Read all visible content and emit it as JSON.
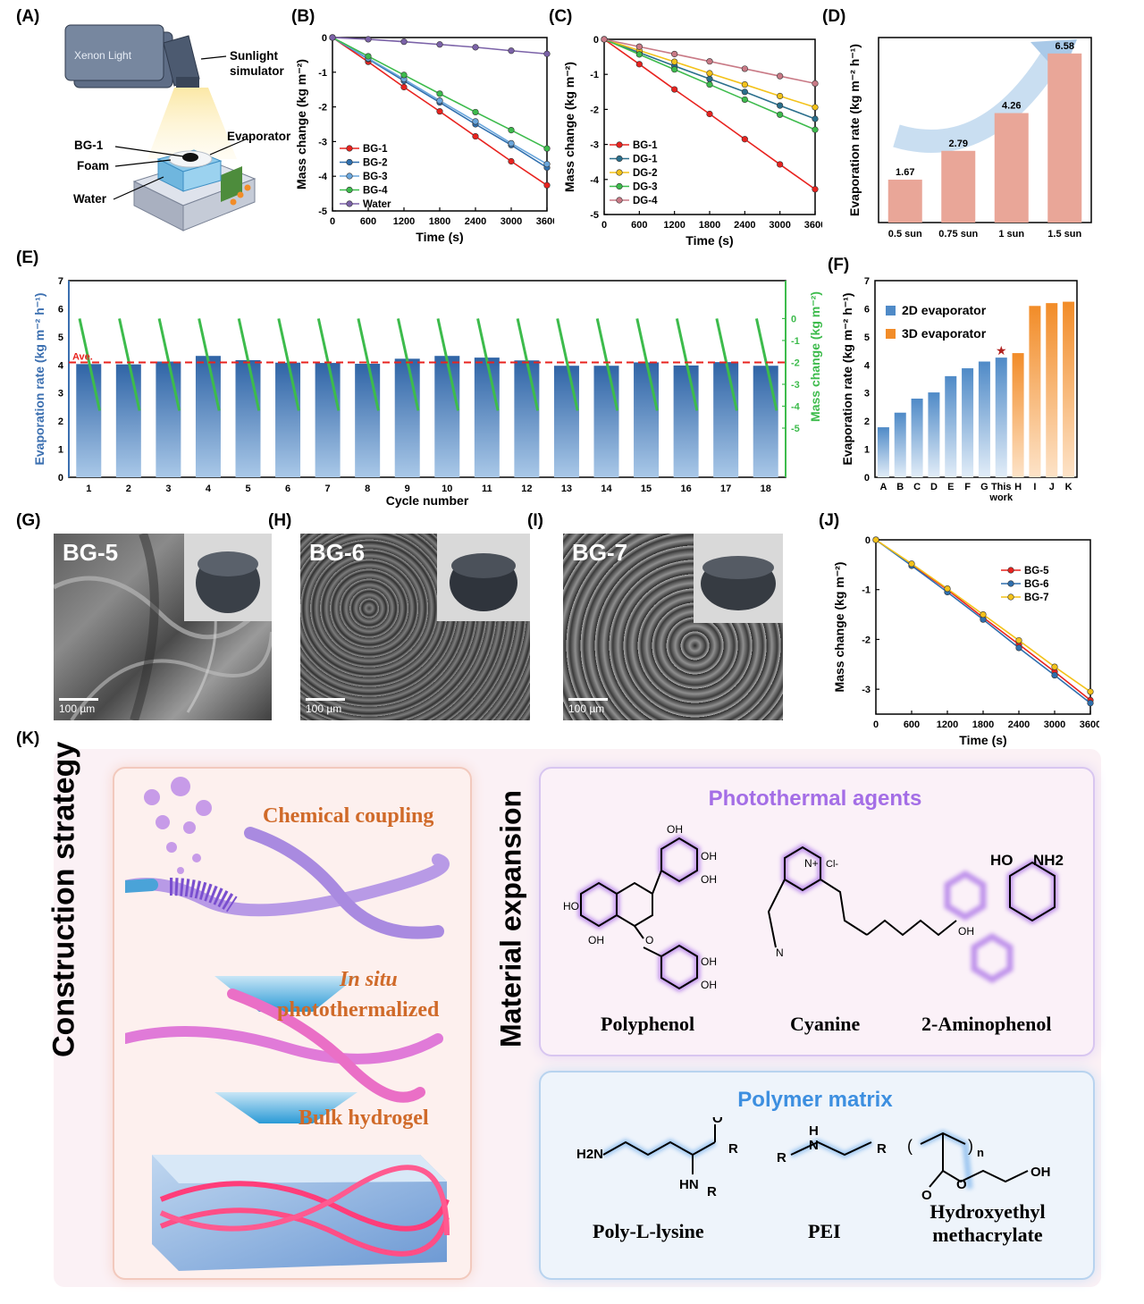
{
  "panels": {
    "A": {
      "label": "(A)",
      "device_label": "Xenon Light",
      "texts": [
        "Sunlight simulator",
        "BG-1",
        "Evaporator",
        "Foam",
        "Water"
      ]
    },
    "B": {
      "label": "(B)"
    },
    "C": {
      "label": "(C)"
    },
    "D": {
      "label": "(D)"
    },
    "E": {
      "label": "(E)",
      "ave_label": "Ave."
    },
    "F": {
      "label": "(F)",
      "star_icon": "star-icon"
    },
    "G": {
      "label": "(G)",
      "title": "BG-5",
      "scale": "100 µm"
    },
    "H": {
      "label": "(H)",
      "title": "BG-6",
      "scale": "100 µm"
    },
    "I": {
      "label": "(I)",
      "title": "BG-7",
      "scale": "100 µm"
    },
    "J": {
      "label": "(J)"
    },
    "K": {
      "label": "(K)",
      "left_title": "Construction strategy",
      "step1": "Chemical coupling",
      "step2_italic": "In situ",
      "step2": "photothermalized",
      "step3": "Bulk hydrogel",
      "mid_title": "Material expansion",
      "photo_title": "Photothermal agents",
      "photo_items": [
        "Polyphenol",
        "Cyanine",
        "2-Aminophenol"
      ],
      "polymer_title": "Polymer matrix",
      "polymer_items": [
        "Poly-L-lysine",
        "PEI",
        "Hydroxyethyl methacrylate"
      ],
      "chem_text": [
        "OH",
        "HO",
        "O",
        "H2N",
        "HN",
        "R",
        "H",
        "N",
        "n",
        "N+",
        "Cl-",
        "NH2"
      ]
    }
  },
  "colors": {
    "red": "#e8231f",
    "blue": "#2f6fae",
    "lightblue": "#6aa6dc",
    "green": "#3dbb4c",
    "purple": "#7b62a8",
    "yellow": "#f3c21a",
    "pink": "#c97a86",
    "teal": "#2b6f8c",
    "salmon": "#e9a698",
    "bar_blue": "#4f8ac7",
    "bar_orange": "#f28c28"
  },
  "chart_data": [
    {
      "id": "B",
      "type": "line",
      "xlabel": "Time (s)",
      "ylabel": "Mass change (kg m⁻²)",
      "xlim": [
        0,
        3600
      ],
      "ylim": [
        -5,
        0
      ],
      "xticks": [
        "0",
        "600",
        "1200",
        "1800",
        "2400",
        "3000",
        "3600"
      ],
      "yticks": [
        "0",
        "-1",
        "-2",
        "-3",
        "-4",
        "-5"
      ],
      "x": [
        0,
        600,
        1200,
        1800,
        2400,
        3000,
        3600
      ],
      "legend": "bottom-left",
      "series": [
        {
          "name": "BG-1",
          "color": "#e8231f",
          "values": [
            0,
            -0.7,
            -1.43,
            -2.13,
            -2.85,
            -3.57,
            -4.26
          ]
        },
        {
          "name": "BG-2",
          "color": "#2f6fae",
          "values": [
            0,
            -0.62,
            -1.25,
            -1.87,
            -2.5,
            -3.1,
            -3.75
          ]
        },
        {
          "name": "BG-3",
          "color": "#6aa6dc",
          "values": [
            0,
            -0.6,
            -1.2,
            -1.82,
            -2.42,
            -3.05,
            -3.65
          ]
        },
        {
          "name": "BG-4",
          "color": "#3dbb4c",
          "values": [
            0,
            -0.54,
            -1.08,
            -1.62,
            -2.15,
            -2.67,
            -3.2
          ]
        },
        {
          "name": "Water",
          "color": "#7b62a8",
          "values": [
            0,
            -0.05,
            -0.12,
            -0.2,
            -0.28,
            -0.38,
            -0.47
          ]
        }
      ]
    },
    {
      "id": "C",
      "type": "line",
      "xlabel": "Time (s)",
      "ylabel": "Mass change (kg m⁻²)",
      "xlim": [
        0,
        3600
      ],
      "ylim": [
        -5,
        0
      ],
      "xticks": [
        "0",
        "600",
        "1200",
        "1800",
        "2400",
        "3000",
        "3600"
      ],
      "yticks": [
        "0",
        "-1",
        "-2",
        "-3",
        "-4",
        "-5"
      ],
      "x": [
        0,
        600,
        1200,
        1800,
        2400,
        3000,
        3600
      ],
      "legend": "bottom-left",
      "series": [
        {
          "name": "BG-1",
          "color": "#e8231f",
          "values": [
            0,
            -0.71,
            -1.43,
            -2.13,
            -2.85,
            -3.57,
            -4.28
          ]
        },
        {
          "name": "DG-1",
          "color": "#2b6f8c",
          "values": [
            0,
            -0.38,
            -0.76,
            -1.13,
            -1.5,
            -1.89,
            -2.27
          ]
        },
        {
          "name": "DG-2",
          "color": "#f3c21a",
          "values": [
            0,
            -0.32,
            -0.64,
            -0.97,
            -1.29,
            -1.62,
            -1.94
          ]
        },
        {
          "name": "DG-3",
          "color": "#3dbb4c",
          "values": [
            0,
            -0.43,
            -0.86,
            -1.29,
            -1.72,
            -2.15,
            -2.58
          ]
        },
        {
          "name": "DG-4",
          "color": "#c97a86",
          "values": [
            0,
            -0.21,
            -0.42,
            -0.63,
            -0.84,
            -1.05,
            -1.26
          ]
        }
      ]
    },
    {
      "id": "D",
      "type": "bar",
      "ylabel": "Evaporation rate (kg m⁻² h⁻¹)",
      "categories": [
        "0.5 sun",
        "0.75 sun",
        "1 sun",
        "1.5 sun"
      ],
      "values": [
        1.67,
        2.79,
        4.26,
        6.58
      ],
      "value_labels": [
        "1.67",
        "2.79",
        "4.26",
        "6.58"
      ],
      "ylim": [
        0,
        7.2
      ],
      "color": "#e9a698"
    },
    {
      "id": "E",
      "type": "bar",
      "xlabel": "Cycle number",
      "ylabel": "Evaporation rate (kg m⁻² h⁻¹)",
      "y2label": "Mass change (kg m⁻²)",
      "categories": [
        "1",
        "2",
        "3",
        "4",
        "5",
        "6",
        "7",
        "8",
        "9",
        "10",
        "11",
        "12",
        "13",
        "14",
        "15",
        "16",
        "17",
        "18"
      ],
      "values": [
        4.03,
        4.02,
        4.12,
        4.32,
        4.17,
        4.08,
        4.07,
        4.04,
        4.22,
        4.32,
        4.26,
        4.16,
        3.97,
        3.97,
        4.09,
        3.98,
        4.1,
        3.97
      ],
      "average": 4.09,
      "ylim": [
        0,
        7
      ],
      "yticks": [
        "0",
        "1",
        "2",
        "3",
        "4",
        "5",
        "6",
        "7"
      ],
      "y2ticks": [
        "0",
        "-1",
        "-2",
        "-3",
        "-4",
        "-5"
      ],
      "mass_change_per_cycle": [
        0,
        -4.2
      ]
    },
    {
      "id": "F",
      "type": "bar",
      "ylabel": "Evaporation rate (kg m⁻² h⁻¹)",
      "categories": [
        "A",
        "B",
        "C",
        "D",
        "E",
        "F",
        "G",
        "This work",
        "H",
        "I",
        "J",
        "K"
      ],
      "values": [
        1.78,
        2.3,
        2.8,
        3.02,
        3.6,
        3.88,
        4.12,
        4.26,
        4.42,
        6.1,
        6.2,
        6.25
      ],
      "groups": [
        "2D",
        "2D",
        "2D",
        "2D",
        "2D",
        "2D",
        "2D",
        "2D",
        "3D",
        "3D",
        "3D",
        "3D"
      ],
      "legend_items": [
        "2D evaporator",
        "3D evaporator"
      ],
      "ylim": [
        0,
        7
      ],
      "yticks": [
        "0",
        "1",
        "2",
        "3",
        "4",
        "5",
        "6",
        "7"
      ]
    },
    {
      "id": "J",
      "type": "line",
      "xlabel": "Time (s)",
      "ylabel": "Mass change (kg m⁻²)",
      "xlim": [
        0,
        3600
      ],
      "ylim": [
        -3.5,
        0
      ],
      "xticks": [
        "0",
        "600",
        "1200",
        "1800",
        "2400",
        "3000",
        "3600"
      ],
      "yticks": [
        "0",
        "-1",
        "-2",
        "-3"
      ],
      "x": [
        0,
        600,
        1200,
        1800,
        2400,
        3000,
        3600
      ],
      "legend": "top-right",
      "series": [
        {
          "name": "BG-5",
          "color": "#e8231f",
          "values": [
            0,
            -0.5,
            -1.0,
            -1.56,
            -2.1,
            -2.65,
            -3.22
          ]
        },
        {
          "name": "BG-6",
          "color": "#2f6fae",
          "values": [
            0,
            -0.52,
            -1.05,
            -1.6,
            -2.17,
            -2.72,
            -3.28
          ]
        },
        {
          "name": "BG-7",
          "color": "#f3c21a",
          "values": [
            0,
            -0.48,
            -0.98,
            -1.5,
            -2.02,
            -2.55,
            -3.05
          ]
        }
      ]
    }
  ]
}
